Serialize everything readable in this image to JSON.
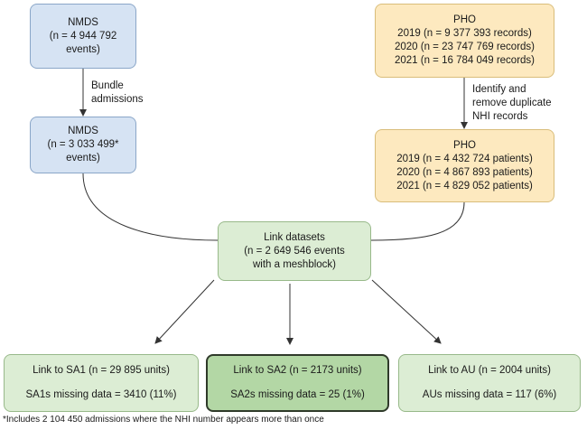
{
  "nmds_initial": {
    "title": "NMDS",
    "line2": "(n = 4 944 792",
    "line3": "events)"
  },
  "bundle_label": {
    "line1": "Bundle",
    "line2": "admissions"
  },
  "nmds_bundled": {
    "title": "NMDS",
    "line2": "(n = 3 033 499*",
    "line3": "events)"
  },
  "pho_records": {
    "title": "PHO",
    "rows": [
      "2019 (n = 9 377 393 records)",
      "2020 (n = 23 747 769 records)",
      "2021 (n = 16 784 049 records)"
    ]
  },
  "dedupe_label": {
    "line1": "Identify and",
    "line2": "remove duplicate",
    "line3": "NHI records"
  },
  "pho_patients": {
    "title": "PHO",
    "rows": [
      "2019 (n = 4 432 724 patients)",
      "2020 (n = 4 867 893 patients)",
      "2021 (n = 4 829 052 patients)"
    ]
  },
  "link_datasets": {
    "line1": "Link datasets",
    "line2": "(n = 2 649 546 events",
    "line3": "with a meshblock)"
  },
  "sa1": {
    "title": "Link to SA1 (n = 29 895 units)",
    "missing": "SA1s missing data = 3410 (11%)"
  },
  "sa2": {
    "title": "Link to SA2 (n = 2173 units)",
    "missing": "SA2s missing data = 25 (1%)"
  },
  "au": {
    "title": "Link to AU (n = 2004 units)",
    "missing": "AUs missing data = 117 (6%)"
  },
  "footnote": "*Includes 2 104 450 admissions where the NHI number appears more than once"
}
